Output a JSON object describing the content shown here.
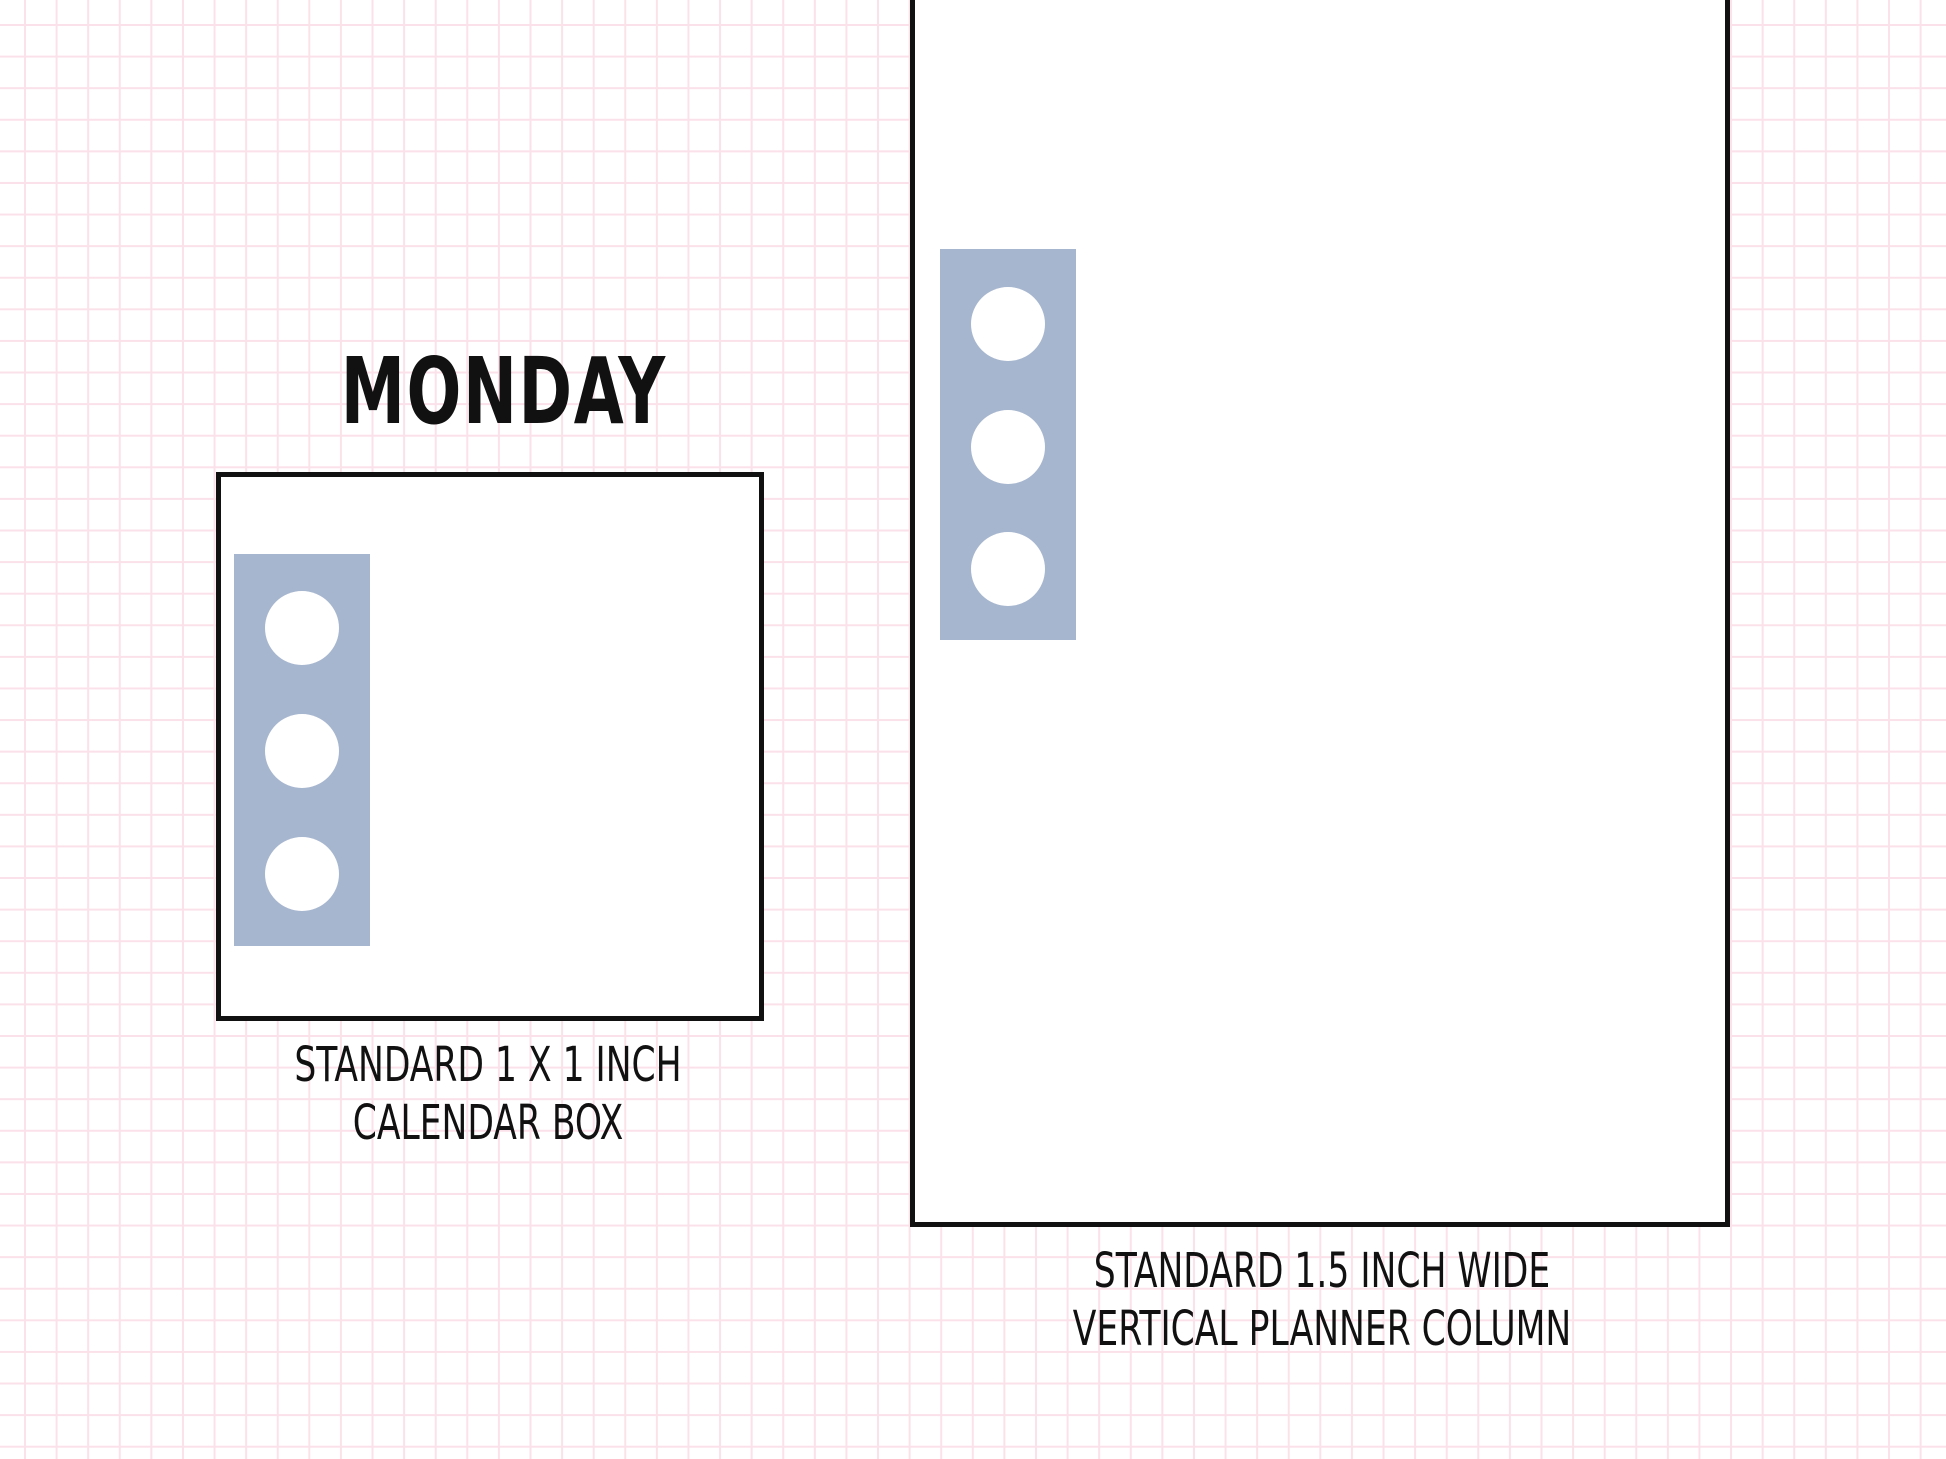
{
  "left": {
    "title": "MONDAY",
    "caption_line1": "STANDARD 1 X 1 INCH",
    "caption_line2": "CALENDAR BOX"
  },
  "right": {
    "caption_line1": "STANDARD 1.5 INCH WIDE",
    "caption_line2": "VERTICAL PLANNER COLUMN"
  },
  "colors": {
    "sticker": "#a7b6cf",
    "grid": "#fbe1e9",
    "outline": "#111111"
  }
}
